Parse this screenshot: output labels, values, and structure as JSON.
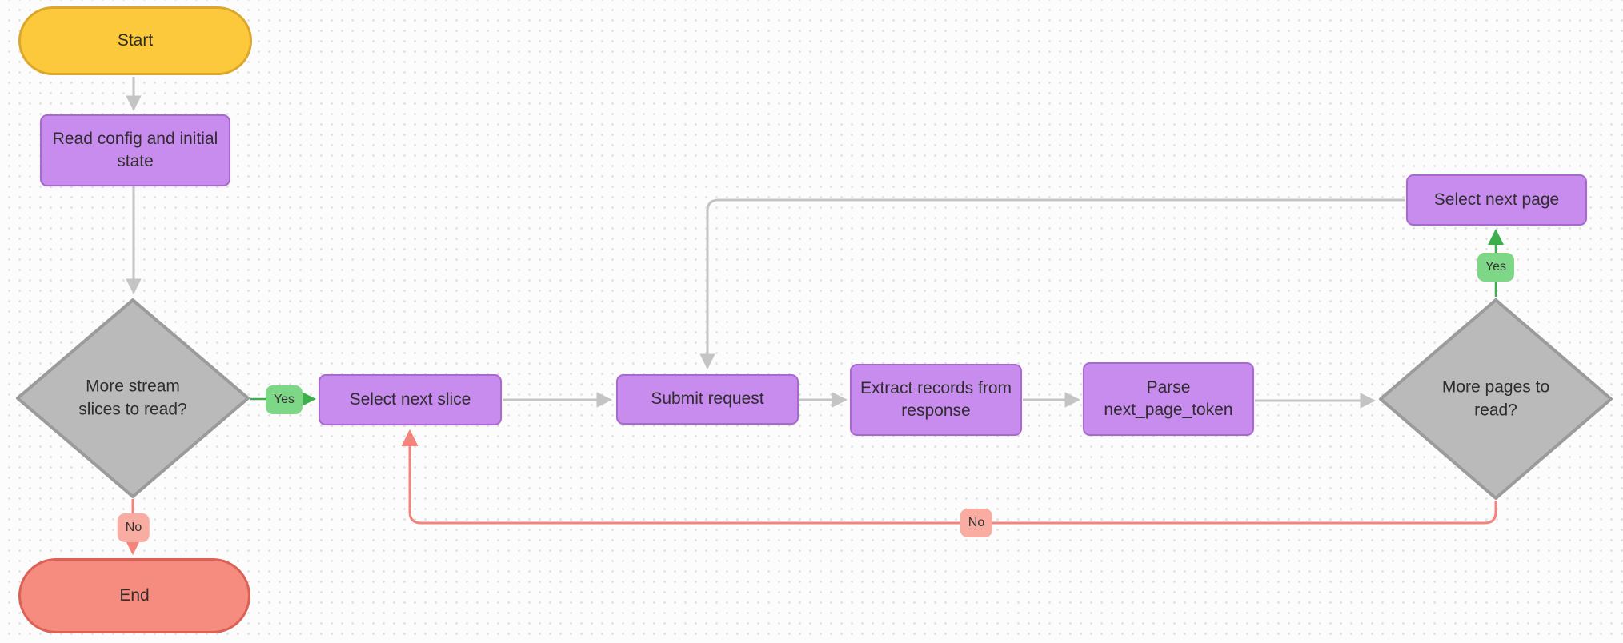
{
  "diagram": {
    "type": "flowchart",
    "background_color": "#FCFCFC",
    "dot_grid_color": "#E2E2E2",
    "nodes": [
      {
        "id": "start",
        "shape": "terminal",
        "label": "Start",
        "fill": "#FBC93B",
        "border": "#DCA72A"
      },
      {
        "id": "read-config",
        "shape": "process",
        "label": "Read config and initial state",
        "fill": "#C88BEE",
        "border": "#A869CF"
      },
      {
        "id": "more-stream-slices",
        "shape": "decision",
        "label": "More stream slices to read?",
        "fill": "#BABABA",
        "border": "#9B9B9B"
      },
      {
        "id": "select-next-slice",
        "shape": "process",
        "label": "Select next slice",
        "fill": "#C88BEE",
        "border": "#A869CF"
      },
      {
        "id": "submit-request",
        "shape": "process",
        "label": "Submit request",
        "fill": "#C88BEE",
        "border": "#A869CF"
      },
      {
        "id": "extract-records",
        "shape": "process",
        "label": "Extract records from response",
        "fill": "#C88BEE",
        "border": "#A869CF"
      },
      {
        "id": "parse-next-page-token",
        "shape": "process",
        "label": "Parse next_page_token",
        "fill": "#C88BEE",
        "border": "#A869CF"
      },
      {
        "id": "more-pages",
        "shape": "decision",
        "label": "More pages to read?",
        "fill": "#BABABA",
        "border": "#9B9B9B"
      },
      {
        "id": "select-next-page",
        "shape": "process",
        "label": "Select next page",
        "fill": "#C88BEE",
        "border": "#A869CF"
      },
      {
        "id": "end",
        "shape": "terminal",
        "label": "End",
        "fill": "#F68B80",
        "border": "#DB6154"
      }
    ],
    "edges": [
      {
        "from": "start",
        "to": "read-config",
        "label": "",
        "color": "#C4C4C4"
      },
      {
        "from": "read-config",
        "to": "more-stream-slices",
        "label": "",
        "color": "#C4C4C4"
      },
      {
        "from": "more-stream-slices",
        "to": "select-next-slice",
        "label": "Yes",
        "color": "#3DAE4C",
        "label_fill": "#7ED787"
      },
      {
        "from": "select-next-slice",
        "to": "submit-request",
        "label": "",
        "color": "#C4C4C4"
      },
      {
        "from": "submit-request",
        "to": "extract-records",
        "label": "",
        "color": "#C4C4C4"
      },
      {
        "from": "extract-records",
        "to": "parse-next-page-token",
        "label": "",
        "color": "#C4C4C4"
      },
      {
        "from": "parse-next-page-token",
        "to": "more-pages",
        "label": "",
        "color": "#C4C4C4"
      },
      {
        "from": "more-pages",
        "to": "select-next-page",
        "label": "Yes",
        "color": "#3DAE4C",
        "label_fill": "#7ED787"
      },
      {
        "from": "select-next-page",
        "to": "submit-request",
        "label": "",
        "color": "#C4C4C4"
      },
      {
        "from": "more-pages",
        "to": "select-next-slice",
        "label": "No",
        "color": "#F4837B",
        "label_fill": "#F9ADA2"
      },
      {
        "from": "more-stream-slices",
        "to": "end",
        "label": "No",
        "color": "#F4837B",
        "label_fill": "#F9ADA2"
      }
    ]
  }
}
